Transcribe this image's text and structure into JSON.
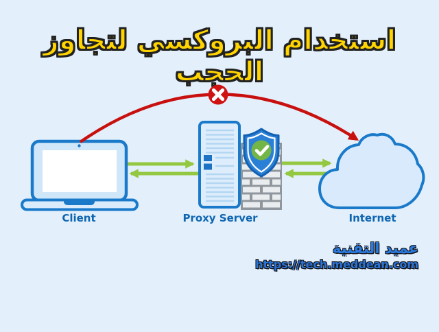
{
  "title": "استخدام البروكسي لتجاوز الحجب",
  "diagram": {
    "client": {
      "label": "Client",
      "icon": "laptop-icon"
    },
    "proxy_server": {
      "label": "Proxy Server",
      "icon": "server-icon"
    },
    "firewall": {
      "icon": "firewall-brick-wall-icon"
    },
    "protection": {
      "icon": "shield-check-icon"
    },
    "internet": {
      "label": "Internet",
      "icon": "cloud-icon"
    },
    "blocked_route": {
      "icon": "blocked-x-icon"
    },
    "allowed_route": {
      "icon": "green-arrow-icon"
    }
  },
  "watermark": {
    "brand": "عميد التقنية",
    "url": "https://tech.meddean.com"
  },
  "colors": {
    "background": "#e3f0fc",
    "outline_blue": "#1a7ac9",
    "fill_blue_light": "#cfe7f9",
    "label_blue": "#0e65b1",
    "arrow_green": "#93c840",
    "blocked_red": "#c8100f",
    "title_yellow": "#ffd400",
    "firewall_gray": "#8f969d",
    "brick_light": "#eaedef",
    "shield_blue": "#2a80d6",
    "check_green": "#74b646",
    "watermark_blue": "#2a7adf"
  }
}
